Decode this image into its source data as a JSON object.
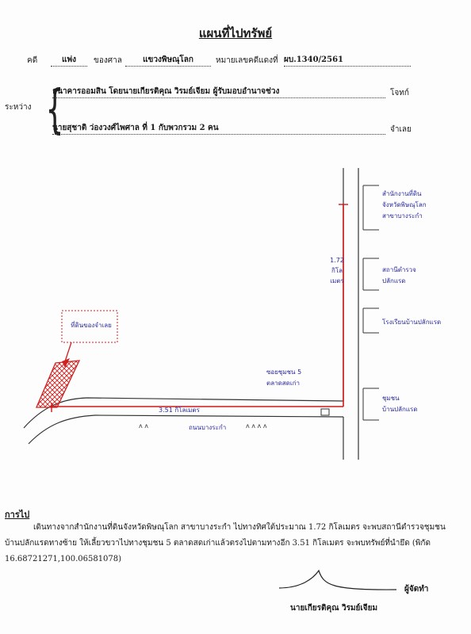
{
  "header": {
    "title": "แผนที่ไปทรัพย์",
    "case_label": "คดี",
    "case_type": "แพ่ง",
    "court_label": "ของศาล",
    "court_name": "แขวงพิษณุโลก",
    "case_no_label": "หมายเลขคดีแดงที่",
    "case_no": "ผบ.1340/2561"
  },
  "parties": {
    "between_label": "ระหว่าง",
    "plaintiff": "ธนาคารออมสิน โดยนายเกียรติคุณ  วิรมย์เจียม ผู้รับมอบอำนาจช่วง",
    "plaintiff_role": "โจทก์",
    "defendant": "นายสุชาติ  ว่องวงศ์ไพศาล  ที่ 1 กับพวกรวม 2 คน",
    "defendant_role": "จำเลย"
  },
  "map": {
    "property_label": "ที่ดินของจำเลย",
    "distance_north": "1.72\nกิโล\nเมตร",
    "distance_west": "3.51 กิโลเมตร",
    "junction_label": "ซอยชุมชน 5\nตลาดสดเก่า",
    "road_label": "ถนนบางระกำ",
    "box1": "สำนักงานที่ดิน\nจังหวัดพิษณุโลก\nสาขาบางระกำ",
    "box2": "สถานีตำรวจ\nปลักแรด",
    "box3": "โรงเรียนบ้านปลักแรด",
    "box4": "ชุมชน\nบ้านปลักแรด"
  },
  "directions": {
    "heading": "การไป",
    "text": "เดินทางจากสำนักงานที่ดินจังหวัดพิษณุโลก สาขาบางระกำ ไปทางทิศใต้ประมาณ 1.72 กิโลเมตร จะพบสถานีตำรวจชุมชนบ้านปลักแรดทางซ้าย ให้เลี้ยวขวาไปทางชุมชน 5 ตลาดสดเก่าแล้วตรงไปตามทางอีก 3.51 กิโลเมตร  จะพบทรัพย์ที่นำยึด (พิกัด 16.68721271,100.06581078)"
  },
  "signature": {
    "role": "ผู้จัดทำ",
    "name": "นายเกียรติคุณ  วิรมย์เจียม"
  }
}
